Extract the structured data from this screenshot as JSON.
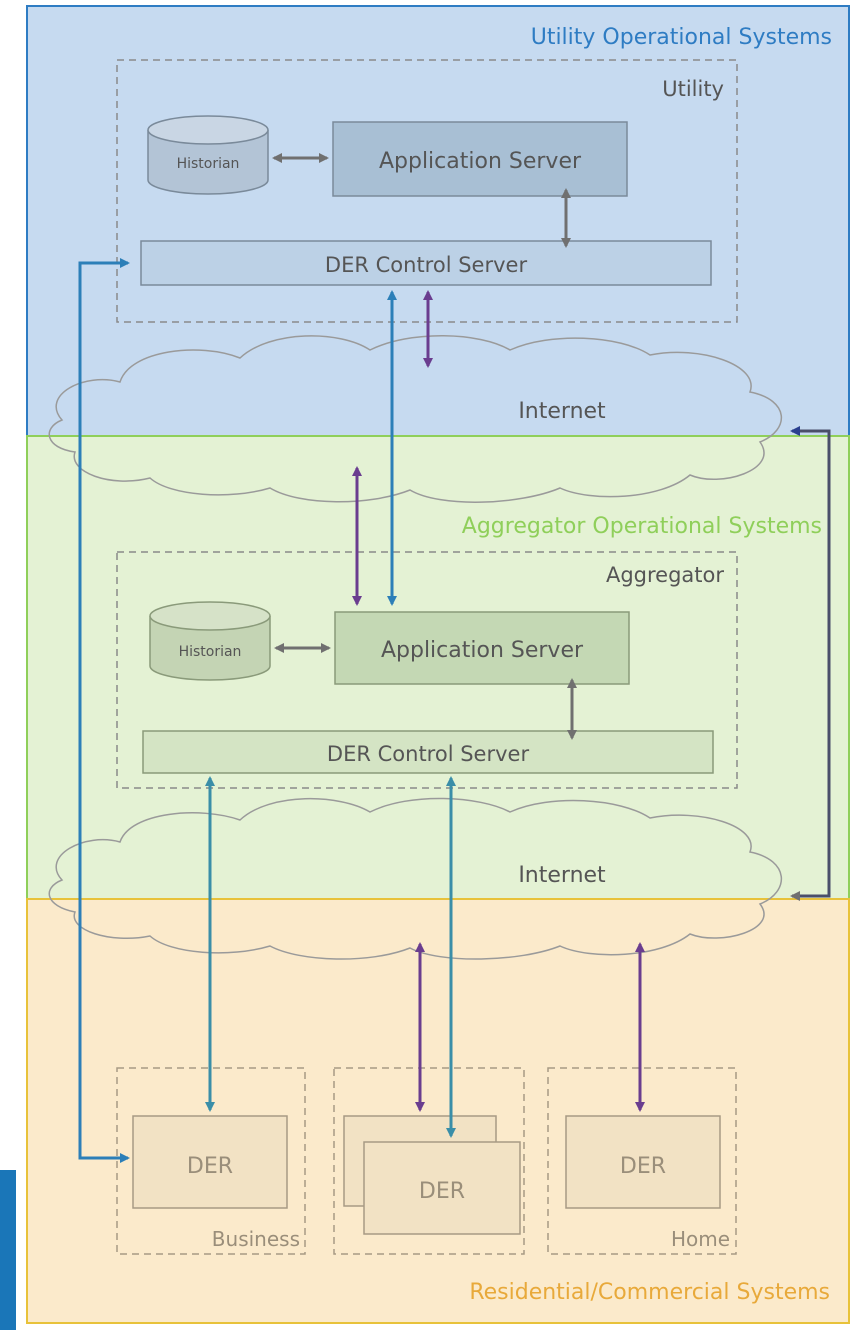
{
  "zones": {
    "utility": {
      "title": "Utility Operational Systems",
      "color": "#2e7cc3",
      "fill": "#c6daf0"
    },
    "aggregator": {
      "title": "Aggregator Operational Systems",
      "color": "#8fcf5a",
      "fill": "#e4f2d4"
    },
    "residential": {
      "title": "Residential/Commercial Systems",
      "color": "#e8a93a",
      "fill": "#fbeacb"
    }
  },
  "utility_box": {
    "label": "Utility",
    "historian": "Historian",
    "app_server": "Application Server",
    "der_server": "DER Control Server"
  },
  "aggregator_box": {
    "label": "Aggregator",
    "historian": "Historian",
    "app_server": "Application Server",
    "der_server": "DER Control Server"
  },
  "networks": {
    "internet_top": "Internet",
    "internet_bottom": "Internet"
  },
  "sites": {
    "business": {
      "label": "Business",
      "der": "DER"
    },
    "multi": {
      "der_back": "",
      "der_front": "DER"
    },
    "home": {
      "label": "Home",
      "der": "DER"
    }
  },
  "colors": {
    "arrow_blue": "#2c7fb8",
    "arrow_teal": "#3a8ea8",
    "arrow_purple": "#6a3d8f",
    "arrow_gray": "#707070",
    "arrow_navy": "#2a3f8f"
  }
}
